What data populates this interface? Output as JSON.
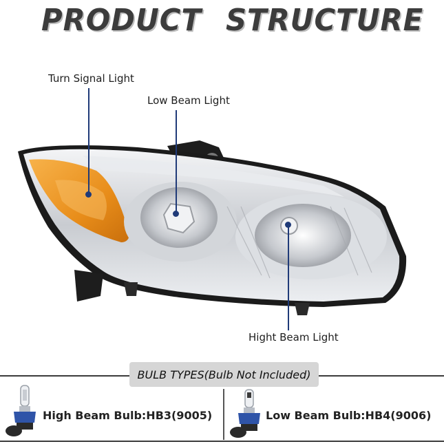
{
  "header": {
    "word1": "PRODUCT",
    "word2": "STRUCTURE"
  },
  "callouts": {
    "turn_signal": "Turn Signal Light",
    "low_beam": "Low Beam Light",
    "high_beam": "Hight Beam Light"
  },
  "bulbs": {
    "section_title": "BULB TYPES(Bulb Not Included)",
    "high": "High Beam Bulb:HB3(9005)",
    "low": "Low Beam Bulb:HB4(9006)"
  },
  "colors": {
    "callout_line": "#1f3a78",
    "amber": "#f2a233",
    "chrome": "#d7d9dd"
  },
  "icons": [
    "headlight-assembly-image",
    "hb3-bulb-icon",
    "hb4-bulb-icon"
  ]
}
